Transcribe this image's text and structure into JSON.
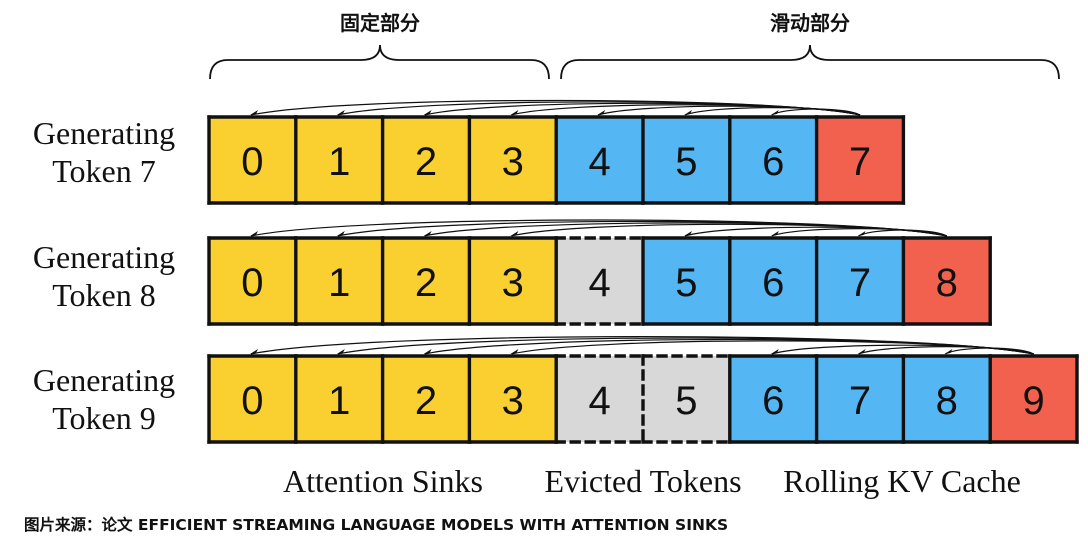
{
  "sections": {
    "fixed_label": "固定部分",
    "sliding_label": "滑动部分"
  },
  "rows": [
    {
      "label_line1": "Generating",
      "label_line2": "Token 7",
      "tokens": [
        {
          "text": "0",
          "kind": "sink"
        },
        {
          "text": "1",
          "kind": "sink"
        },
        {
          "text": "2",
          "kind": "sink"
        },
        {
          "text": "3",
          "kind": "sink"
        },
        {
          "text": "4",
          "kind": "rolling"
        },
        {
          "text": "5",
          "kind": "rolling"
        },
        {
          "text": "6",
          "kind": "rolling"
        },
        {
          "text": "7",
          "kind": "current"
        }
      ]
    },
    {
      "label_line1": "Generating",
      "label_line2": "Token 8",
      "tokens": [
        {
          "text": "0",
          "kind": "sink"
        },
        {
          "text": "1",
          "kind": "sink"
        },
        {
          "text": "2",
          "kind": "sink"
        },
        {
          "text": "3",
          "kind": "sink"
        },
        {
          "text": "4",
          "kind": "evicted"
        },
        {
          "text": "5",
          "kind": "rolling"
        },
        {
          "text": "6",
          "kind": "rolling"
        },
        {
          "text": "7",
          "kind": "rolling"
        },
        {
          "text": "8",
          "kind": "current"
        }
      ]
    },
    {
      "label_line1": "Generating",
      "label_line2": "Token 9",
      "tokens": [
        {
          "text": "0",
          "kind": "sink"
        },
        {
          "text": "1",
          "kind": "sink"
        },
        {
          "text": "2",
          "kind": "sink"
        },
        {
          "text": "3",
          "kind": "sink"
        },
        {
          "text": "4",
          "kind": "evicted"
        },
        {
          "text": "5",
          "kind": "evicted"
        },
        {
          "text": "6",
          "kind": "rolling"
        },
        {
          "text": "7",
          "kind": "rolling"
        },
        {
          "text": "8",
          "kind": "rolling"
        },
        {
          "text": "9",
          "kind": "current"
        }
      ]
    }
  ],
  "legend": {
    "sinks": "Attention Sinks",
    "evicted": "Evicted Tokens",
    "rolling": "Rolling KV Cache"
  },
  "caption": "图片来源：论文 EFFICIENT STREAMING LANGUAGE MODELS WITH ATTENTION SINKS",
  "colors": {
    "sink": "#F9D030",
    "rolling": "#55B6F4",
    "evicted": "#D8D8D8",
    "current": "#F2604E",
    "border": "#111111"
  }
}
